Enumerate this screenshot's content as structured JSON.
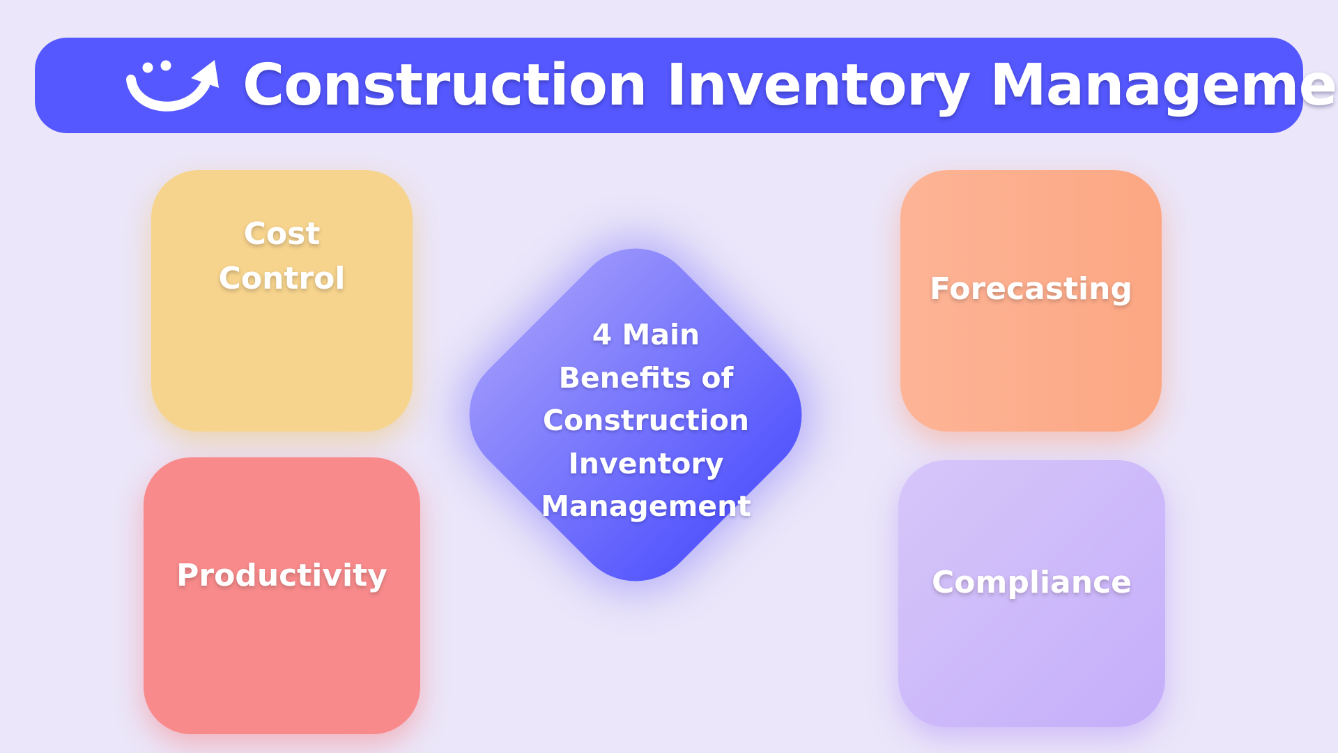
{
  "title": "Construction Inventory Management",
  "logo": {
    "icon": "smile-arrow-logo",
    "color": "#ffffff"
  },
  "center": {
    "lines": [
      "4 Main",
      "Benefits of",
      "Construction",
      "Inventory",
      "Management"
    ],
    "color": "#5c5dfd"
  },
  "benefits": {
    "cost_control": {
      "lines": [
        "Cost",
        "Control"
      ],
      "color": "#f6d48d"
    },
    "forecasting": {
      "label": "Forecasting",
      "color": "#fcab8a"
    },
    "productivity": {
      "label": "Productivity",
      "color": "#f88a8b"
    },
    "compliance": {
      "label": "Compliance",
      "color": "#cbb8fa"
    }
  },
  "colors": {
    "background": "#ebe6f9",
    "header": "#5558fe"
  }
}
